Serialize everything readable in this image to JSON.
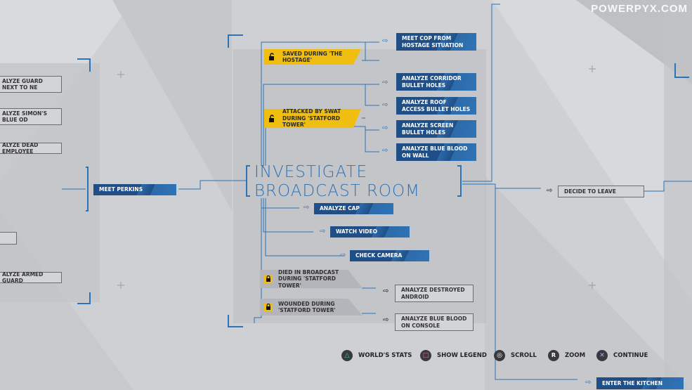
{
  "watermark": "POWERPYX.COM",
  "colors": {
    "accent_blue": "#2c73b8",
    "node_blue": "#1f4f86",
    "yellow": "#f0be10",
    "bg": "#cfd0d4"
  },
  "main_node": {
    "title_line1": "INVESTIGATE",
    "title_line2": "BROADCAST ROOM"
  },
  "left_nodes": [
    "ALYZE GUARD NEXT TO NE",
    "ALYZE SIMON'S BLUE OD",
    "ALYZE DEAD EMPLOYEE",
    "ALYZE ARMED GUARD"
  ],
  "meet_perkins": "MEET PERKINS",
  "conditions": {
    "saved_hostage": "SAVED DURING 'THE HOSTAGE'",
    "attacked_swat": "ATTACKED BY SWAT DURING 'STATFORD TOWER'",
    "died_broadcast": "DIED IN BROADCAST DURING 'STATFORD TOWER'",
    "wounded": "WOUNDED DURING 'STATFORD TOWER'"
  },
  "top_nodes": {
    "meet_cop": "MEET COP FROM HOSTAGE SITUATION",
    "corridor": "ANALYZE CORRIDOR BULLET HOLES",
    "roof": "ANALYZE ROOF ACCESS BULLET HOLES",
    "screen": "ANALYZE SCREEN BULLET HOLES",
    "blue_wall": "ANALYZE BLUE BLOOD ON WALL"
  },
  "bottom_nodes": {
    "cap": "ANALYZE CAP",
    "video": "WATCH VIDEO",
    "camera": "CHECK CAMERA",
    "android": "ANALYZE DESTROYED ANDROID",
    "console": "ANALYZE BLUE BLOOD ON CONSOLE"
  },
  "decide_to_leave": "DECIDE TO LEAVE",
  "enter_kitchen": "ENTER THE KITCHEN",
  "legend": {
    "stats": "WORLD'S STATS",
    "show_legend": "SHOW LEGEND",
    "scroll": "SCROLL",
    "zoom": "ZOOM",
    "continue": "CONTINUE",
    "r_glyph": "R"
  }
}
